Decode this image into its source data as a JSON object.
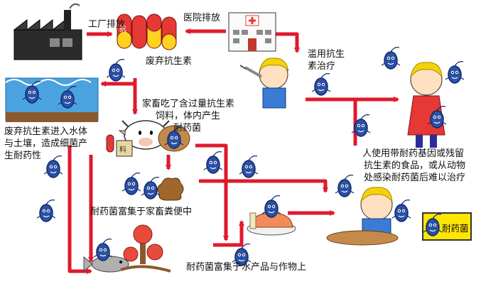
{
  "labels": {
    "factory": "工厂排放",
    "hospital": "医院排放",
    "waste_antibiotics": "废弃抗生素",
    "abuse_l1": "滥用抗生",
    "abuse_l2": "素治疗",
    "livestock_l1": "家畜吃了含过量抗生素",
    "livestock_l2": "饲料，体内产生",
    "livestock_l3": "耐药菌",
    "water_soil_l1": "废弃抗生素进入水体",
    "water_soil_l2": "与土壤，造成细菌产",
    "water_soil_l3": "生耐药性",
    "human_l1": "人使用带耐药基因或残留",
    "human_l2": "抗生素的食品，或从动物",
    "human_l3": "处感染耐药菌后难以治疗",
    "manure": "耐药菌富集于家畜粪便中",
    "products": "耐药菌富集于水产品与作物上",
    "legend": "耐药菌",
    "pill_char": "抗",
    "feed_char": "料"
  },
  "colors": {
    "arrow": "#e0192d",
    "bacteria": "#2a50a8",
    "water": "#4aa3df",
    "legend_bg": "#ffe600",
    "pill_red": "#e53935",
    "pill_yellow": "#ffd21f",
    "hair": "#f4d20a",
    "apple": "#e74b3c",
    "soil": "#8a5a2b"
  },
  "icons": [
    "factory-icon",
    "hospital-icon",
    "pill-icon",
    "bacteria-icon",
    "cow-icon",
    "fish-icon",
    "apple-tree-icon",
    "manure-icon",
    "syringe-icon",
    "person-icon",
    "food-icon"
  ]
}
